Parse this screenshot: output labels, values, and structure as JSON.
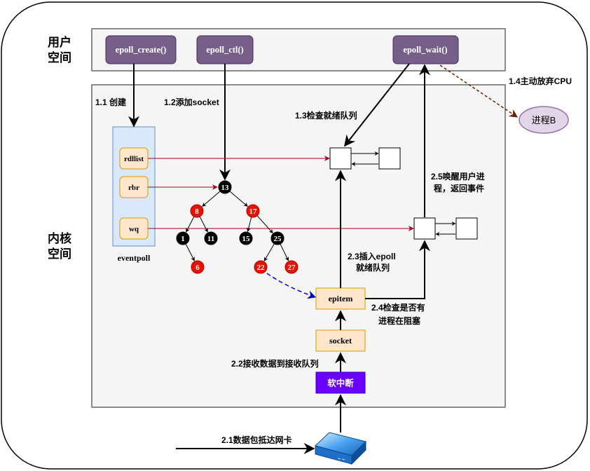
{
  "regions": {
    "user_space": "用户\n空间",
    "kernel_space": "内核\n空间"
  },
  "calls": {
    "epoll_create": "epoll_create()",
    "epoll_ctl": "epoll_ctl()",
    "epoll_wait": "epoll_wait()"
  },
  "eventpoll": {
    "label": "eventpoll",
    "fields": [
      "rdllist",
      "rbr",
      "wq"
    ]
  },
  "steps": {
    "s1_1": "1.1 创建",
    "s1_2": "1.2添加socket",
    "s1_3": "1.3检查就绪队列",
    "s1_4": "1.4主动放弃CPU",
    "s2_1": "2.1数据包抵达网卡",
    "s2_2": "2.2接收数据到接收队列",
    "s2_3": "2.3插入epoll\n就绪队列",
    "s2_4": "2.4检查是否有\n进程在阻塞",
    "s2_5": "2.5唤醒用户进\n程，返回事件"
  },
  "process_b": "进程B",
  "boxes": {
    "epitem": "epitem",
    "socket": "socket",
    "softirq": "软中断"
  },
  "rbtree": {
    "nodes": [
      {
        "key": "13",
        "color": "black"
      },
      {
        "key": "8",
        "color": "red"
      },
      {
        "key": "17",
        "color": "red"
      },
      {
        "key": "1",
        "color": "black"
      },
      {
        "key": "11",
        "color": "black"
      },
      {
        "key": "15",
        "color": "black"
      },
      {
        "key": "25",
        "color": "black"
      },
      {
        "key": "6",
        "color": "red"
      },
      {
        "key": "22",
        "color": "red"
      },
      {
        "key": "27",
        "color": "red"
      }
    ]
  },
  "colors": {
    "call_fill": "#76608a",
    "eventpoll_fill": "#dae8fc",
    "field_fill": "#ffe6cc",
    "softirq_fill": "#6a00ff",
    "rb_red": "#e51400",
    "rb_black": "#000000",
    "link_red": "#a20025",
    "dashed_blue": "#0000cc",
    "process_fill": "#e1d5e7",
    "arrow_brown": "#6d1f00"
  }
}
